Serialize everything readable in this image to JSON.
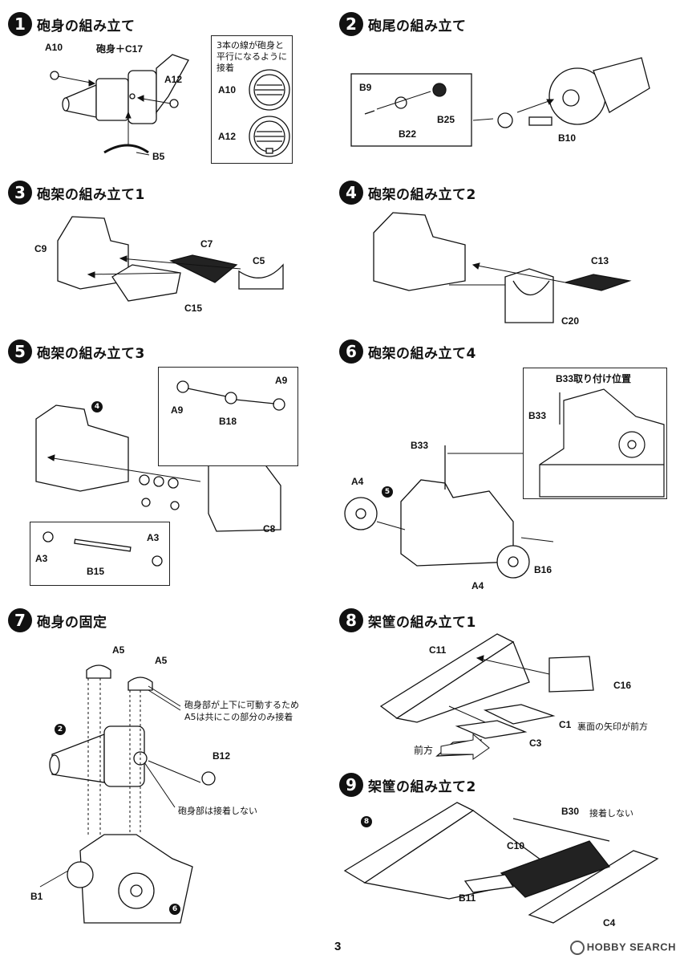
{
  "steps": [
    {
      "num": "1",
      "title": "砲身の組み立て"
    },
    {
      "num": "2",
      "title": "砲尾の組み立て"
    },
    {
      "num": "3",
      "title": "砲架の組み立て1"
    },
    {
      "num": "4",
      "title": "砲架の組み立て2"
    },
    {
      "num": "5",
      "title": "砲架の組み立て3"
    },
    {
      "num": "6",
      "title": "砲架の組み立て4"
    },
    {
      "num": "7",
      "title": "砲身の固定"
    },
    {
      "num": "8",
      "title": "架筐の組み立て1"
    },
    {
      "num": "9",
      "title": "架筐の組み立て2"
    }
  ],
  "s1": {
    "a10": "A10",
    "barrel_c17": "砲身＋C17",
    "a12": "A12",
    "b5": "B5",
    "inset_note": [
      "3本の線が砲身と",
      "平行になるように",
      "接着"
    ],
    "inset_a10": "A10",
    "inset_a12": "A12"
  },
  "s2": {
    "b9": "B9",
    "b22": "B22",
    "b25": "B25",
    "b10": "B10"
  },
  "s3": {
    "c9": "C9",
    "c7": "C7",
    "c5": "C5",
    "c15": "C15"
  },
  "s4": {
    "c13": "C13",
    "c20": "C20"
  },
  "s5": {
    "ref4": "4",
    "a9a": "A9",
    "a9b": "A9",
    "b18": "B18",
    "c8": "C8",
    "a3a": "A3",
    "a3b": "A3",
    "b15": "B15"
  },
  "s6": {
    "inset_title": "B33取り付け位置",
    "inset_b33": "B33",
    "b33": "B33",
    "ref5": "5",
    "a4a": "A4",
    "a4b": "A4",
    "b16": "B16"
  },
  "s7": {
    "a5a": "A5",
    "a5b": "A5",
    "note_a5": [
      "砲身部が上下に可動するため",
      "A5は共にこの部分のみ接着"
    ],
    "ref2": "2",
    "b12": "B12",
    "note_barrel": "砲身部は接着しない",
    "b1": "B1",
    "ref6": "6"
  },
  "s8": {
    "c11": "C11",
    "c16": "C16",
    "c1": "C1",
    "c1_note": "裏面の矢印が前方",
    "c3": "C3",
    "front": "前方"
  },
  "s9": {
    "ref8": "8",
    "b30": "B30",
    "b30_note": "接着しない",
    "c10": "C10",
    "b11": "B11",
    "c4": "C4"
  },
  "page_number": "3",
  "watermark": "HOBBY SEARCH"
}
